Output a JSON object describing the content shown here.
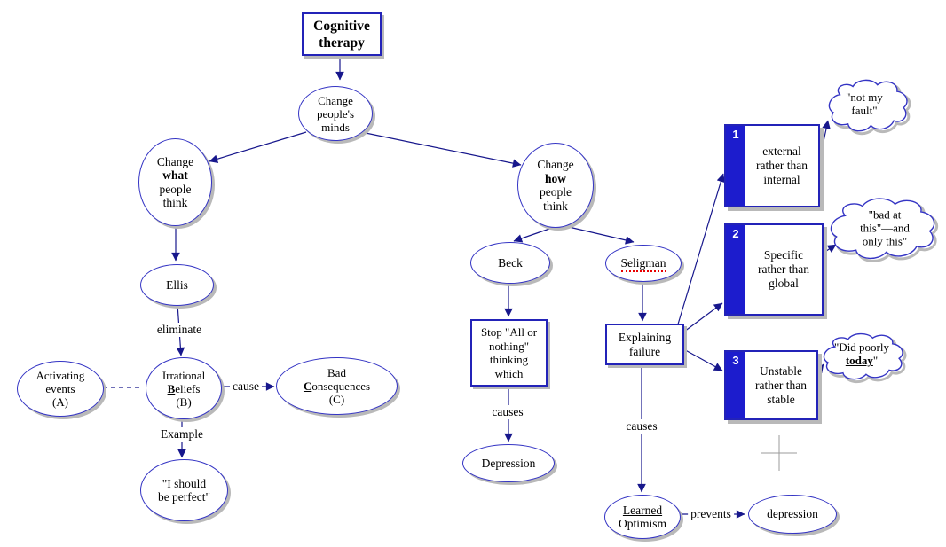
{
  "diagram": {
    "title": {
      "line1": "Cognitive",
      "line2": "therapy"
    },
    "nodes": {
      "change_minds": {
        "line1": "Change",
        "line2": "people's",
        "line3": "minds"
      },
      "change_what": {
        "line1": "Change",
        "bold": "what",
        "line3": "people",
        "line4": "think"
      },
      "change_how": {
        "line1": "Change",
        "bold": "how",
        "line3": "people",
        "line4": "think"
      },
      "ellis": {
        "label": "Ellis"
      },
      "activating": {
        "line1": "Activating",
        "line2": "events",
        "line3": "(A)"
      },
      "irrational": {
        "line1": "Irrational",
        "lead": "B",
        "rest": "eliefs",
        "line3": "(B)"
      },
      "bad_consequences": {
        "line1": "Bad",
        "lead": "C",
        "rest": "onsequences",
        "line3": "(C)"
      },
      "perfect": {
        "line1": "\"I should",
        "line2": "be perfect\""
      },
      "beck": {
        "label": "Beck"
      },
      "seligman": {
        "label": "Seligman"
      },
      "stop_box": {
        "line1": "Stop \"All or",
        "line2": "nothing\"",
        "line3": "thinking",
        "line4": "which"
      },
      "depression_beck": {
        "label": "Depression"
      },
      "explaining": {
        "line1": "Explaining",
        "line2": "failure"
      },
      "learned": {
        "line1": "Learned",
        "line2": "Optimism"
      },
      "depression_seligman": {
        "label": "depression"
      }
    },
    "numbered_boxes": [
      {
        "number": "1",
        "line1": "external",
        "line2": "rather than",
        "line3": "internal"
      },
      {
        "number": "2",
        "line1": "Specific",
        "line2": "rather than",
        "line3": "global"
      },
      {
        "number": "3",
        "line1": "Unstable",
        "line2": "rather than",
        "line3": "stable"
      }
    ],
    "clouds": [
      {
        "line1": "\"not my",
        "line2": "fault\""
      },
      {
        "line1": "\"bad at",
        "line2": "this\"—and",
        "line3": "only this\""
      },
      {
        "line1": "\"Did poorly",
        "bold": "today",
        "after": "\""
      }
    ],
    "edge_labels": {
      "eliminate": "eliminate",
      "cause": "cause",
      "example": "Example",
      "causes_beck": "causes",
      "causes_seligman": "causes",
      "prevents": "prevents"
    },
    "colors": {
      "node_border": "#3434c4",
      "line": "#17178c",
      "stripe_fill": "#1c1ccd",
      "shadow": "#b9b9b9",
      "spellcheck_underline": "#e80000",
      "crosshair": "#9b9b9b",
      "text": "#000000",
      "background": "#ffffff"
    }
  }
}
